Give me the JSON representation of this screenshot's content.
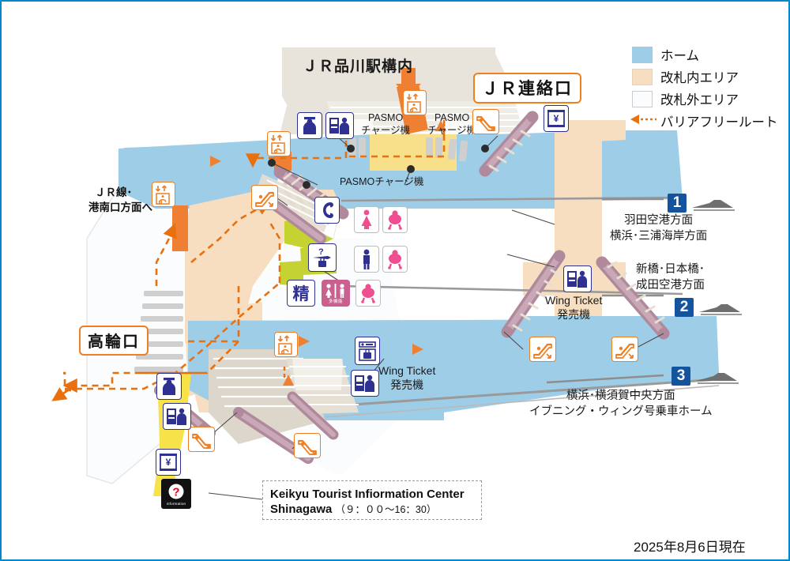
{
  "map": {
    "title_area": "JR品川駅構内",
    "date_note": "2025年8月6日現在"
  },
  "legend": {
    "items": [
      {
        "label": "ホーム",
        "color": "#9ecde8",
        "type": "swatch"
      },
      {
        "label": "改札内エリア",
        "color": "#f7dec0",
        "type": "swatch"
      },
      {
        "label": "改札外エリア",
        "color": "#fbfcfd",
        "type": "swatch"
      },
      {
        "label": "バリアフリールート",
        "color": "#e8700f",
        "type": "arrow"
      }
    ]
  },
  "area_labels": {
    "jr_shinagawa_concourse": "ＪＲ品川駅構内",
    "jr_transfer_gate": "ＪＲ連絡口",
    "jr_line_konan_exit": "ＪＲ線･\n港南口方面へ",
    "jr_line_konan_1": "ＪＲ線･",
    "jr_line_konan_2": "港南口方面へ",
    "takanawa_exit": "高輪口"
  },
  "callouts": {
    "pasmo_1_l1": "PASMO",
    "pasmo_1_l2": "チャージ機",
    "pasmo_2_l1": "PASMO",
    "pasmo_2_l2": "チャージ機",
    "pasmo_3": "PASMOチャージ機",
    "wing_ticket_upper_l1": "Wing Ticket",
    "wing_ticket_upper_l2": "発売機",
    "wing_ticket_lower_l1": "Wing Ticket",
    "wing_ticket_lower_l2": "発売機"
  },
  "platforms": [
    {
      "number": "1",
      "dest_line1": "羽田空港方面",
      "dest_line2": "横浜･三浦海岸方面"
    },
    {
      "number": "2",
      "dest_line1": "新橋･日本橋･",
      "dest_line2": "成田空港方面"
    },
    {
      "number": "3",
      "dest_line1": "横浜･横須賀中央方面",
      "dest_line2": "イブニング・ウィング号乗車ホーム"
    }
  ],
  "info_box": {
    "line1": "Keikyu Tourist Infiormation Center",
    "line2": "Shinagawa",
    "hours": "（９：００〜16：30）"
  },
  "icons": {
    "elevator": "elevator-icon",
    "escalator_up": "escalator-up-icon",
    "escalator_down": "escalator-down-icon",
    "toilet_women": "women-toilet-icon",
    "toilet_men": "men-toilet-icon",
    "toilet_multi": "multipurpose-toilet-icon",
    "baby": "baby-care-icon",
    "telephone": "telephone-icon",
    "lost_found": "lost-and-found-icon",
    "fare_adjust": "fare-adjustment-icon",
    "fare_adjust_label": "精",
    "multi_label": "多機能",
    "ticket_machine": "ticket-machine-icon",
    "station_staff": "station-staff-icon",
    "ticket_gate": "ticket-office-icon",
    "coin_locker": "coin-locker-icon",
    "information": "information-icon",
    "information_label": "information"
  },
  "colors": {
    "platform": "#9ecde8",
    "paid_area": "#f7dec0",
    "unpaid_area": "#fbfcfd",
    "concourse": "#e8e4dc",
    "barrier_free": "#e8700f",
    "escalator_body": "#b08a9c",
    "stairs": "#d9d2c4",
    "yellow_path": "#f7e24a",
    "olive": "#c4d232",
    "pasmo_yellow": "#f7e089",
    "platform_number_bg": "#14539e",
    "frame": "#0089c8"
  }
}
